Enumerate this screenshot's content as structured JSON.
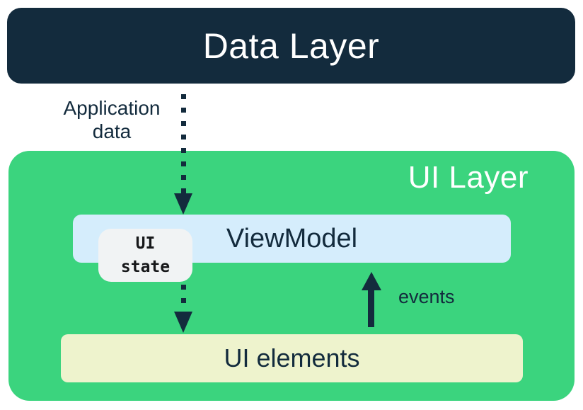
{
  "colors": {
    "navy": "#132B3D",
    "green": "#3BD47E",
    "light_blue": "#D5EDFC",
    "pale_yellow": "#EEF3CD",
    "chip_gray": "#F1F3F4",
    "white": "#FFFFFF"
  },
  "boxes": {
    "data_layer": {
      "label": "Data Layer"
    },
    "ui_layer": {
      "label": "UI Layer"
    },
    "viewmodel": {
      "label": "ViewModel"
    },
    "ui_elements": {
      "label": "UI elements"
    }
  },
  "annotations": {
    "application_data": {
      "line1": "Application",
      "line2": "data"
    },
    "ui_state": {
      "line1": "UI",
      "line2": "state"
    },
    "events": {
      "label": "events"
    }
  },
  "arrows": [
    {
      "name": "application-data-arrow",
      "style": "dotted",
      "direction": "down",
      "from": "Data Layer",
      "to": "ViewModel"
    },
    {
      "name": "ui-state-arrow",
      "style": "dotted",
      "direction": "down",
      "from": "ViewModel",
      "to": "UI elements"
    },
    {
      "name": "events-arrow",
      "style": "solid",
      "direction": "up",
      "from": "UI elements",
      "to": "ViewModel"
    }
  ]
}
